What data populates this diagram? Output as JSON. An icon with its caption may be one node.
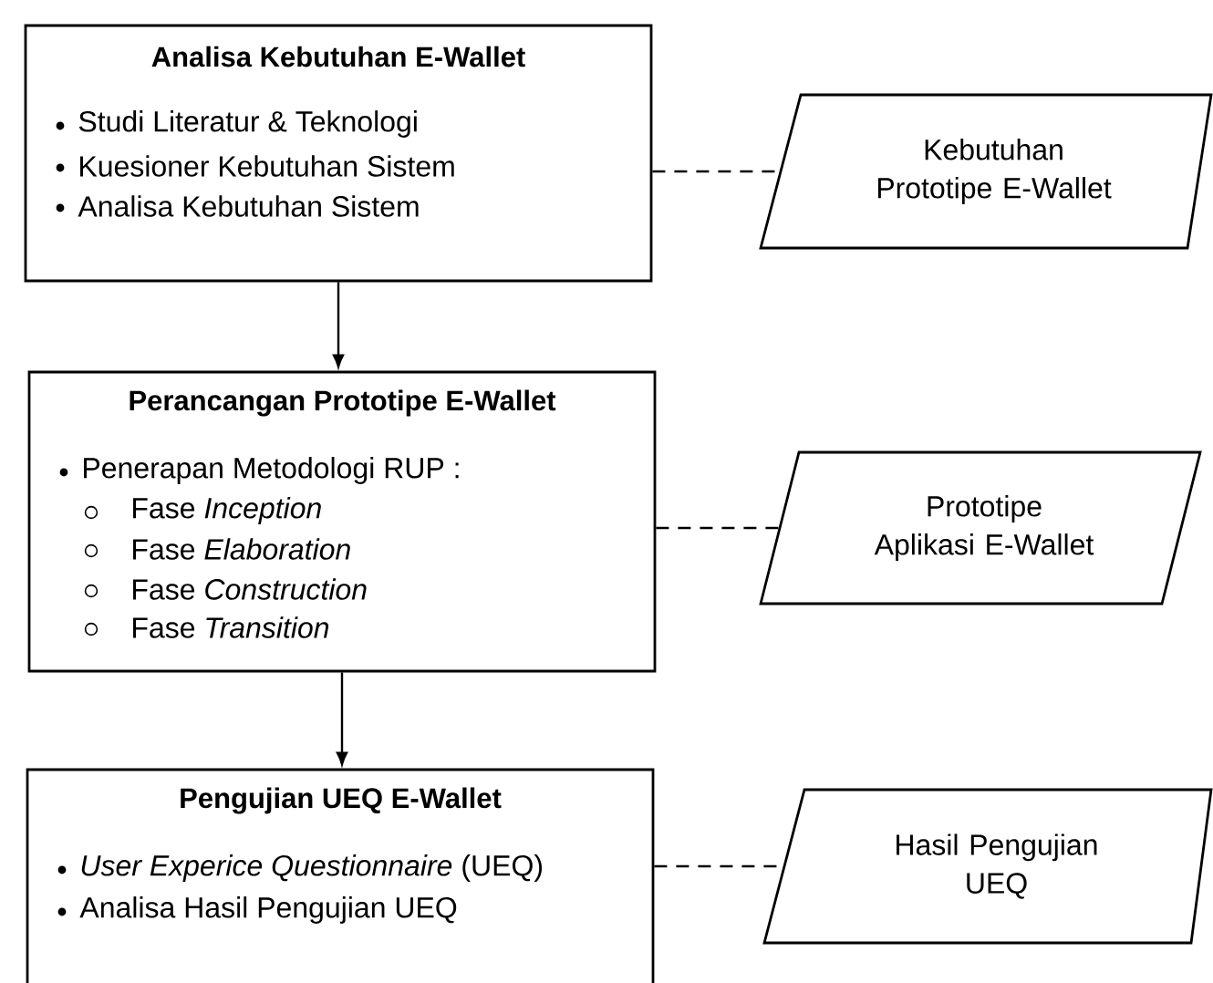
{
  "diagram": {
    "nodes": [
      {
        "text": [
          "Analisa Kebutuhan E-Wallet",
          "Studi Literatur & Teknologi",
          "Kuesioner Kebutuhan Sistem",
          "Analisa Kebutuhan Sistem"
        ]
      },
      {
        "text": [
          "Perancangan Prototipe E-Wallet",
          "Penerapan Metodologi RUP :",
          "Fase *Inception*",
          "Fase *Elaboration*",
          "Fase *Construction*",
          "Fase *Transition*"
        ]
      },
      {
        "text": [
          "Pengujian UEQ E-Wallet",
          "*User Experice Questionnaire* (UEQ)",
          "Analisa Hasil Pengujian UEQ"
        ]
      },
      {
        "text": [
          "Kebutuhan Prototipe E-Wallet"
        ]
      },
      {
        "text": [
          "Prototipe Aplikasi E-Wallet"
        ]
      },
      {
        "text": [
          "Hasil Pengujian UEQ"
        ]
      }
    ],
    "edges": [
      {
        "from": 0,
        "to": 1,
        "arrow": "to"
      },
      {
        "from": 1,
        "to": 2,
        "arrow": "to"
      },
      {
        "from": 0,
        "to": 3,
        "arrow": "none",
        "style": "dashed"
      },
      {
        "from": 1,
        "to": 4,
        "arrow": "none",
        "style": "dashed"
      },
      {
        "from": 2,
        "to": 5,
        "arrow": "none",
        "style": "dashed"
      }
    ]
  }
}
